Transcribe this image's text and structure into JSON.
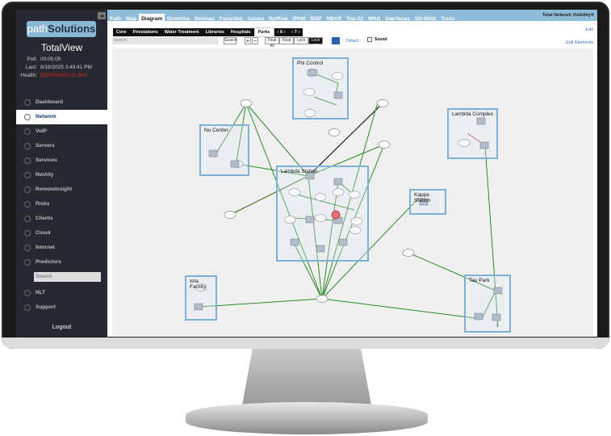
{
  "sidebar": {
    "logo": {
      "path": "path",
      "solutions": "Solutions"
    },
    "title": "TotalView",
    "poll_label": "Poll:",
    "poll": "00:05:00",
    "last_label": "Last:",
    "last": "8/18/2025 3:49:41 PM",
    "health_label": "Health:",
    "health": "DEGRADED (1.3%)",
    "health_color": "#e02020",
    "items": [
      {
        "label": "Dashboard"
      },
      {
        "label": "Network",
        "active": true
      },
      {
        "label": "VoIP"
      },
      {
        "label": "Servers"
      },
      {
        "label": "Services"
      },
      {
        "label": "NetAlly"
      },
      {
        "label": "RemoteInsight"
      },
      {
        "label": "Risks"
      },
      {
        "label": "Clients"
      },
      {
        "label": "Cloud"
      },
      {
        "label": "Internet"
      },
      {
        "label": "Predictors"
      }
    ],
    "search_placeholder": "Search",
    "items2": [
      {
        "label": "NLT"
      },
      {
        "label": "Support"
      }
    ],
    "logout": "Logout"
  },
  "topnav": {
    "items": [
      "Path",
      "Map",
      "Diagram",
      "Gremlins",
      "Devices",
      "Favorites",
      "Issues",
      "Netflow",
      "IPAM",
      "BGP",
      "NBAR",
      "Top-10",
      "WAN",
      "Interfaces",
      "SD-WAN",
      "Tools"
    ],
    "active": "Diagram",
    "brand": "Total Network Visibility®"
  },
  "tabs": {
    "items": [
      "Core",
      "Firestations",
      "Water Treatment",
      "Libraries",
      "Hospitals",
      "Parks",
      "‹ 6 ›",
      "‹ 7 ›"
    ],
    "active": "Parks"
  },
  "toolbar": {
    "search_placeholder": "Search",
    "search_btn": "Search",
    "zoom_in": "+",
    "zoom_out": "−",
    "float_all": "Float All",
    "float": "Float",
    "lock": "Lock",
    "lock_all": "Lock All",
    "detach": "Detach",
    "sound": "Sound",
    "edit": "Edit",
    "edit_elements": "Edit Elements"
  },
  "diagram": {
    "groups": [
      "Phi Control",
      "Nu Center",
      "Lambda Station",
      "Lambda Complex",
      "Kappa Station",
      "Iota Facility",
      "Tau Park"
    ],
    "link_colors": {
      "ok": "#2a8a2a",
      "down": "#e03030",
      "other": "#111111"
    }
  }
}
